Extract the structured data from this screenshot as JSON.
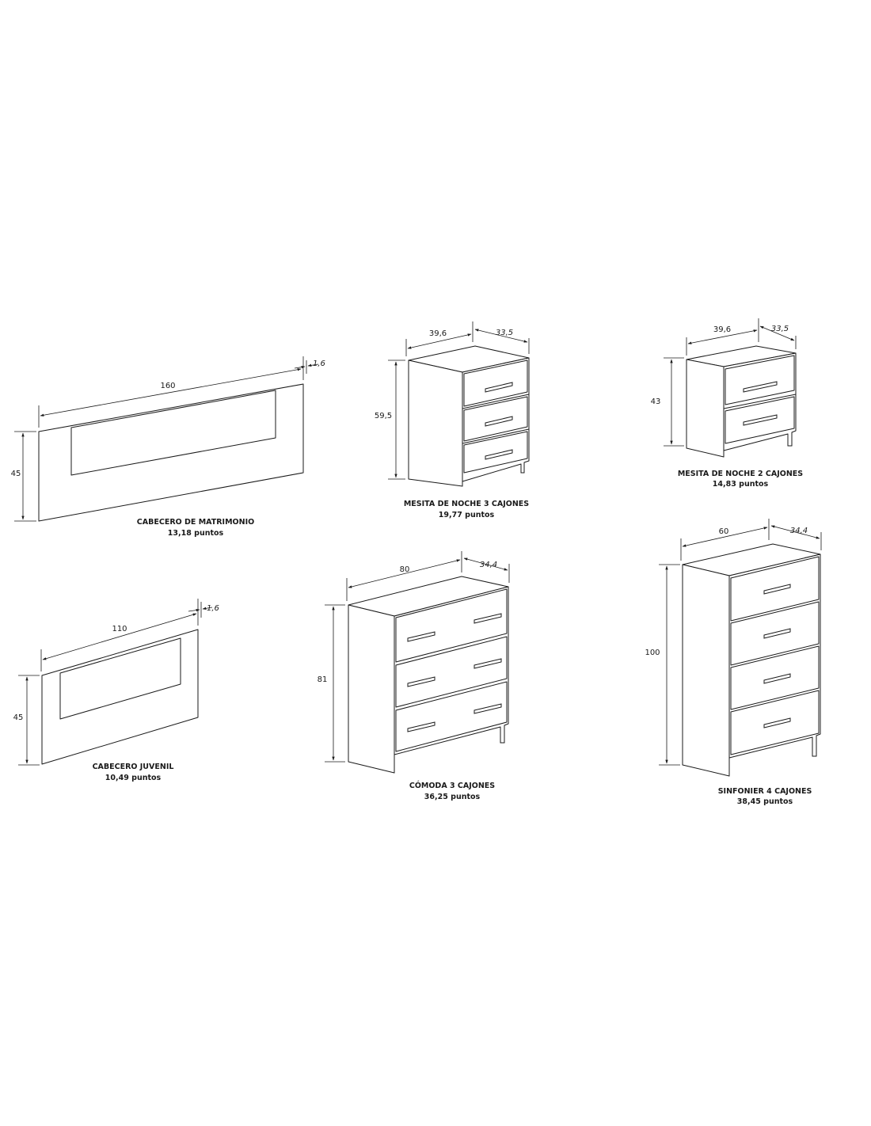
{
  "items": [
    {
      "id": "cabecero-matrimonio",
      "name": "CABECERO DE MATRIMONIO",
      "points": "13,18 puntos",
      "dims": {
        "width": "160",
        "depth": "1,6",
        "height": "45"
      }
    },
    {
      "id": "mesita-3",
      "name": "MESITA DE NOCHE 3 CAJONES",
      "points": "19,77 puntos",
      "dims": {
        "width": "39,6",
        "depth": "33,5",
        "height": "59,5"
      }
    },
    {
      "id": "mesita-2",
      "name": "MESITA DE NOCHE 2 CAJONES",
      "points": "14,83 puntos",
      "dims": {
        "width": "39,6",
        "depth": "33,5",
        "height": "43"
      }
    },
    {
      "id": "cabecero-juvenil",
      "name": "CABECERO JUVENIL",
      "points": "10,49 puntos",
      "dims": {
        "width": "110",
        "depth": "1,6",
        "height": "45"
      }
    },
    {
      "id": "comoda-3",
      "name": "CÓMODA 3 CAJONES",
      "points": "36,25 puntos",
      "dims": {
        "width": "80",
        "depth": "34,4",
        "height": "81"
      }
    },
    {
      "id": "sinfonier-4",
      "name": "SINFONIER 4 CAJONES",
      "points": "38,45 puntos",
      "dims": {
        "width": "60",
        "depth": "34,4",
        "height": "100"
      }
    }
  ]
}
